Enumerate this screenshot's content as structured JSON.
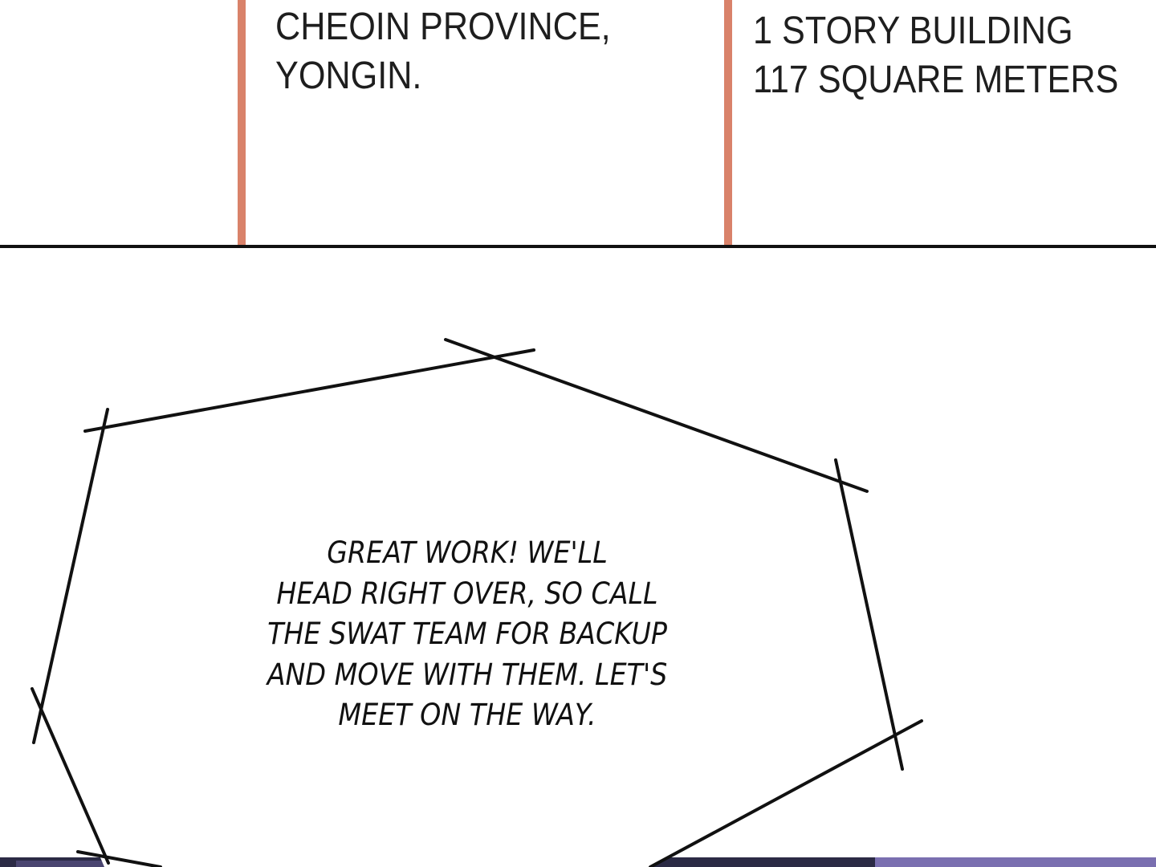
{
  "captions": {
    "location": [
      "CHEOIN PROVINCE,",
      "YONGIN."
    ],
    "building": [
      "1 STORY BUILDING",
      "117 SQUARE METERS"
    ]
  },
  "speech_bubble": {
    "lines": [
      "GREAT WORK! WE'LL",
      "HEAD RIGHT OVER, SO CALL",
      "THE SWAT TEAM FOR BACKUP",
      "AND MOVE WITH THEM. LET'S",
      "MEET ON THE WAY."
    ]
  },
  "colors": {
    "caption_bar": "#d9826a",
    "border": "#111111",
    "background": "#ffffff",
    "bottom_panel": "#2b2a45",
    "bottom_accent": "#7a6fb0"
  }
}
